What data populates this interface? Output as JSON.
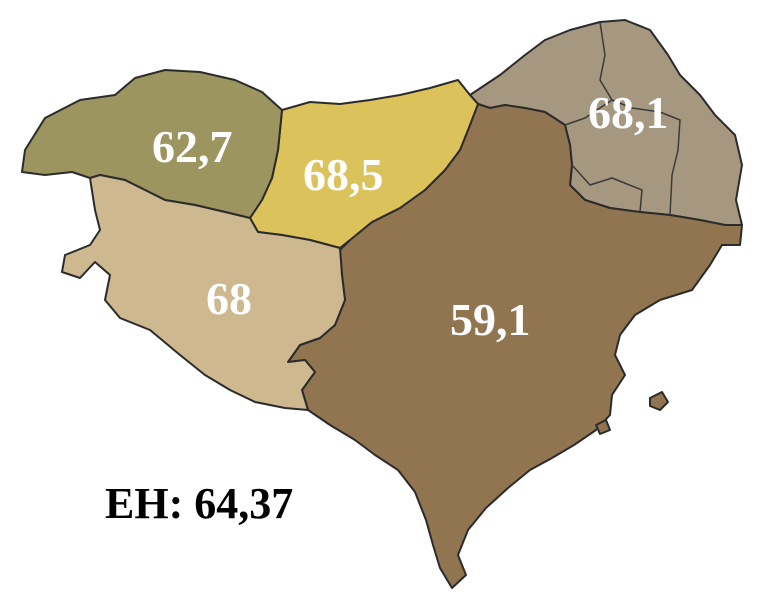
{
  "map": {
    "regions": [
      {
        "id": "bizkaia",
        "label": "62,7",
        "color": "#9c9560"
      },
      {
        "id": "gipuzkoa",
        "label": "68,5",
        "color": "#dcc25a"
      },
      {
        "id": "araba",
        "label": "68",
        "color": "#cdb88f"
      },
      {
        "id": "nafarroa",
        "label": "59,1",
        "color": "#917450"
      },
      {
        "id": "iparralde",
        "label": "68,1",
        "color": "#a69880"
      }
    ],
    "total": "EH: 64,37"
  }
}
